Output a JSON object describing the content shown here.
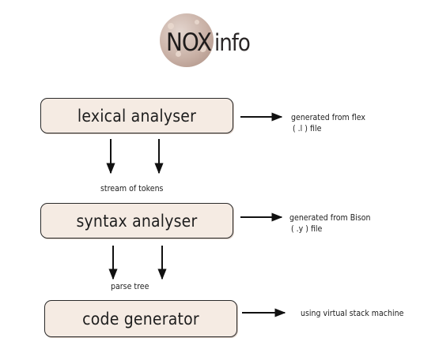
{
  "logo": {
    "brand": "NOX",
    "suffix": "info"
  },
  "stages": [
    {
      "name": "lexical analyser",
      "note_line1": "generated from flex",
      "note_line2": "( .l ) file"
    },
    {
      "name": "syntax analyser",
      "note_line1": "generated from Bison",
      "note_line2": "( .y ) file"
    },
    {
      "name": "code generator",
      "note_line1": "using virtual stack machine",
      "note_line2": ""
    }
  ],
  "connections": [
    {
      "label": "stream of tokens"
    },
    {
      "label": "parse tree"
    }
  ]
}
